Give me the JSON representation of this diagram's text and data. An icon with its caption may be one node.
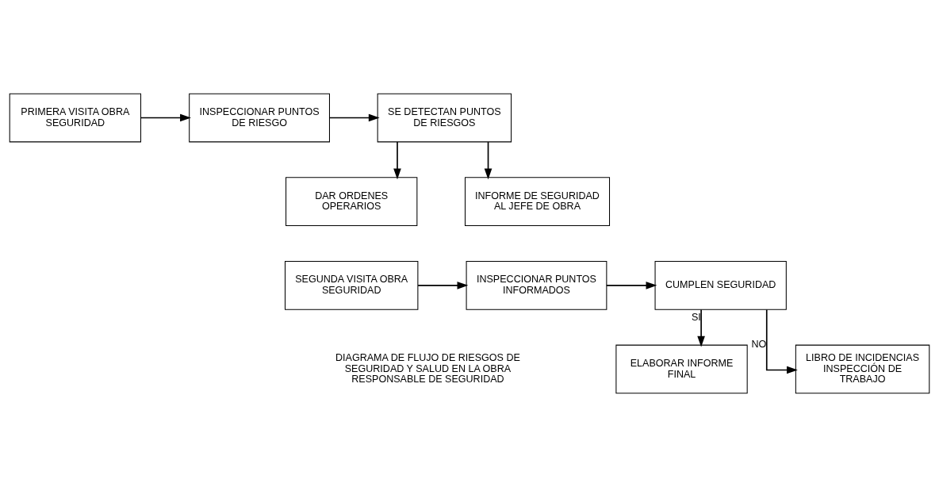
{
  "diagram": {
    "nodes": [
      {
        "text": [
          "PRIMERA VISITA OBRA SEGURIDAD"
        ]
      },
      {
        "text": [
          "INSPECCIONAR PUNTOS DE RIESGO"
        ]
      },
      {
        "text": [
          "SE DETECTAN PUNTOS DE RIESGOS"
        ]
      },
      {
        "text": [
          "DAR ORDENES OPERARIOS"
        ]
      },
      {
        "text": [
          "INFORME DE SEGURIDAD AL JEFE DE OBRA"
        ]
      },
      {
        "text": [
          "SEGUNDA VISITA OBRA SEGURIDAD"
        ]
      },
      {
        "text": [
          "INSPECCIONAR PUNTOS INFORMADOS"
        ]
      },
      {
        "text": [
          "CUMPLEN SEGURIDAD"
        ]
      },
      {
        "text": [
          "ELABORAR INFORME FINAL"
        ]
      },
      {
        "text": [
          "LIBRO DE INCIDENCIAS INSPECCIÓN DE TRABAJO"
        ]
      }
    ],
    "edges": [
      {
        "from": 0,
        "to": 1,
        "arrow": "to"
      },
      {
        "from": 1,
        "to": 2,
        "arrow": "to"
      },
      {
        "from": 2,
        "to": 3,
        "arrow": "to"
      },
      {
        "from": 2,
        "to": 4,
        "arrow": "to"
      },
      {
        "from": 5,
        "to": 6,
        "arrow": "to"
      },
      {
        "from": 6,
        "to": 7,
        "arrow": "to"
      },
      {
        "from": 7,
        "to": 8,
        "arrow": "to",
        "label": "SI"
      },
      {
        "from": 7,
        "to": 9,
        "arrow": "to",
        "label": "NO"
      }
    ],
    "labels": [
      "DIAGRAMA DE FLUJO DE RIESGOS DE SEGURIDAD Y SALUD EN LA OBRA RESPONSABLE DE SEGURIDAD"
    ]
  }
}
